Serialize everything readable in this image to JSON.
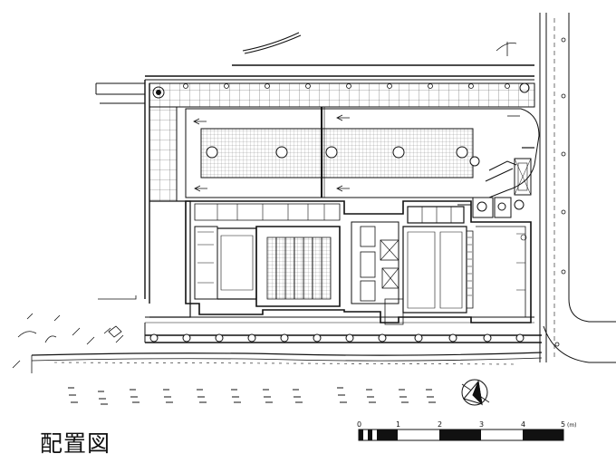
{
  "title": "配置図",
  "scale_bar": {
    "labels": [
      "0",
      "1",
      "2",
      "3",
      "4",
      "5"
    ],
    "unit": "(m)"
  },
  "colors": {
    "ink": "#111111",
    "grid": "#555555",
    "paper": "#ffffff"
  }
}
